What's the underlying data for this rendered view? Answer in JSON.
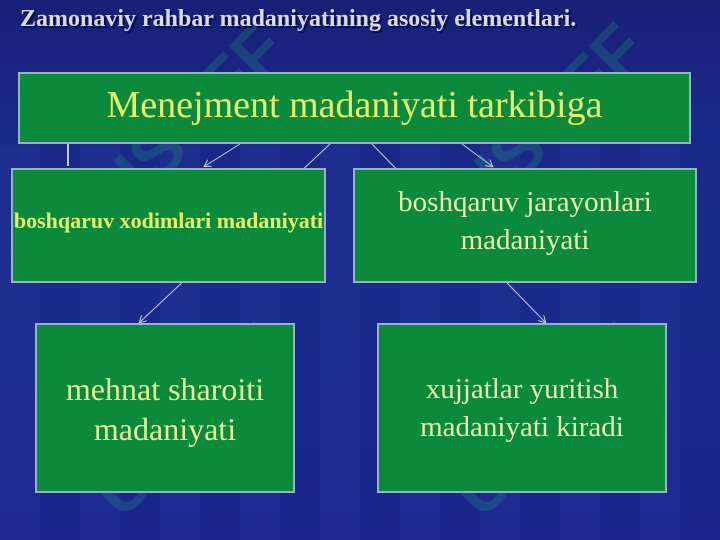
{
  "title": "Zamonaviy rahbar madaniyatining asosiy elementlari.",
  "main_box": "Menejment madaniyati tarkibiga",
  "boxes": {
    "top_left": "boshqaruv xodimlari madaniyati",
    "top_right": "boshqaruv jarayonlari madaniyati",
    "bottom_left": "mehnat sharoiti madaniyati",
    "bottom_right": "xujjatlar yuritish madaniyati kiradi"
  },
  "colors": {
    "background": "#1a2690",
    "box_fill": "#0b8a3c",
    "box_text": "#e8ef6a",
    "title_text": "#d8dbe8"
  }
}
